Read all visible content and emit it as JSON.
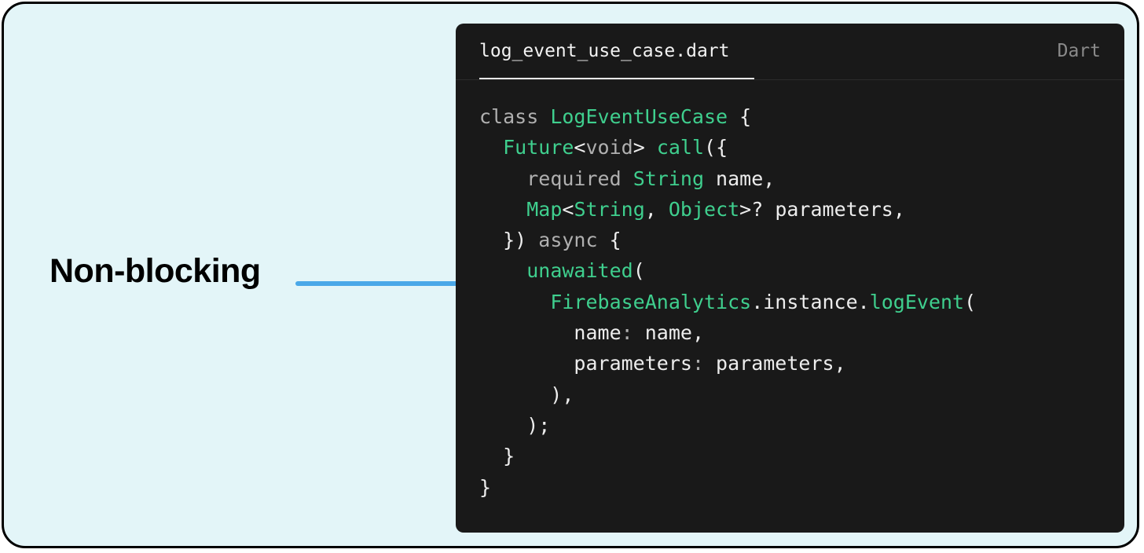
{
  "callout": {
    "label": "Non-blocking"
  },
  "editor": {
    "filename": "log_event_use_case.dart",
    "language": "Dart"
  },
  "colors": {
    "background": "#e3f5f8",
    "frame_border": "#000000",
    "editor_background": "#191919",
    "arrow": "#4aa8e8",
    "keyword": "#b0b0b0",
    "type_and_function": "#3fcf8e",
    "identifier": "#ededed"
  },
  "code": {
    "lines": [
      [
        {
          "t": "class ",
          "c": "k"
        },
        {
          "t": "LogEventUseCase",
          "c": "t"
        },
        {
          "t": " {",
          "c": "p"
        }
      ],
      [
        {
          "t": "  ",
          "c": "p"
        },
        {
          "t": "Future",
          "c": "t"
        },
        {
          "t": "<",
          "c": "p"
        },
        {
          "t": "void",
          "c": "k"
        },
        {
          "t": "> ",
          "c": "p"
        },
        {
          "t": "call",
          "c": "f"
        },
        {
          "t": "({",
          "c": "p"
        }
      ],
      [
        {
          "t": "    ",
          "c": "p"
        },
        {
          "t": "required ",
          "c": "k"
        },
        {
          "t": "String",
          "c": "t"
        },
        {
          "t": " name,",
          "c": "i"
        }
      ],
      [
        {
          "t": "    ",
          "c": "p"
        },
        {
          "t": "Map",
          "c": "t"
        },
        {
          "t": "<",
          "c": "p"
        },
        {
          "t": "String",
          "c": "t"
        },
        {
          "t": ", ",
          "c": "p"
        },
        {
          "t": "Object",
          "c": "t"
        },
        {
          "t": ">? parameters,",
          "c": "i"
        }
      ],
      [
        {
          "t": "  }) ",
          "c": "p"
        },
        {
          "t": "async",
          "c": "k"
        },
        {
          "t": " {",
          "c": "p"
        }
      ],
      [
        {
          "t": "    ",
          "c": "p"
        },
        {
          "t": "unawaited",
          "c": "f"
        },
        {
          "t": "(",
          "c": "p"
        }
      ],
      [
        {
          "t": "      ",
          "c": "p"
        },
        {
          "t": "FirebaseAnalytics",
          "c": "t"
        },
        {
          "t": ".instance.",
          "c": "i"
        },
        {
          "t": "logEvent",
          "c": "f"
        },
        {
          "t": "(",
          "c": "p"
        }
      ],
      [
        {
          "t": "        name",
          "c": "i"
        },
        {
          "t": ":",
          "c": "s"
        },
        {
          "t": " name,",
          "c": "i"
        }
      ],
      [
        {
          "t": "        parameters",
          "c": "i"
        },
        {
          "t": ":",
          "c": "s"
        },
        {
          "t": " parameters,",
          "c": "i"
        }
      ],
      [
        {
          "t": "      ),",
          "c": "p"
        }
      ],
      [
        {
          "t": "    );",
          "c": "p"
        }
      ],
      [
        {
          "t": "  }",
          "c": "p"
        }
      ],
      [
        {
          "t": "}",
          "c": "p"
        }
      ]
    ]
  }
}
